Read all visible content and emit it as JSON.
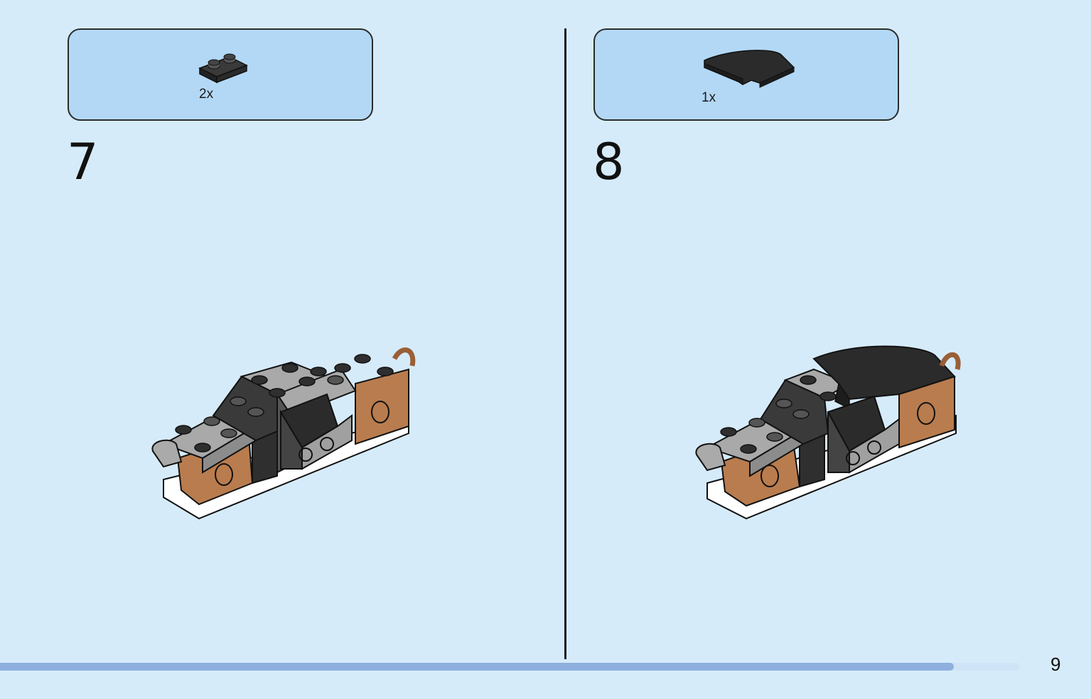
{
  "steps": [
    {
      "number": "7",
      "part_quantity": "2x",
      "part_icon": "black-plate-1x2-icon"
    },
    {
      "number": "8",
      "part_quantity": "1x",
      "part_icon": "black-curved-slope-icon"
    }
  ],
  "page_number": "9",
  "progress_fraction": 0.935,
  "colors": {
    "background": "#d6ebfa",
    "callout": "#b3d8f5",
    "progress_bar": "#8fb0de",
    "brick_black": "#2f2f2f",
    "brick_grey": "#a9a9a9",
    "brick_brown": "#b97c4e",
    "brick_white": "#ffffff"
  }
}
